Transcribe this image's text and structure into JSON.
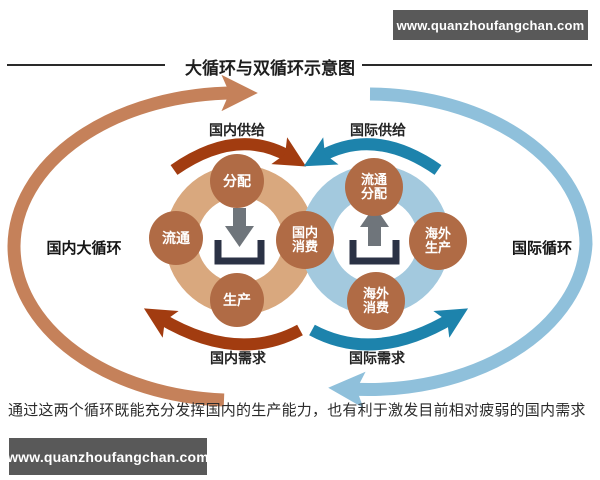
{
  "site": {
    "watermark_url": "www.quanzhoufangchan.com"
  },
  "title": "大循环与双循环示意图",
  "caption": "通过这两个循环既能充分发挥国内的生产能力，也有利于激发目前相对疲弱的国内需求",
  "diagram": {
    "left_loop_label": "国内大循环",
    "right_loop_label": "国际循环",
    "labels": {
      "domestic_supply": "国内供给",
      "international_supply": "国际供给",
      "domestic_demand": "国内需求",
      "international_demand": "国际需求"
    },
    "nodes": {
      "fenpei": "分配",
      "liutong": "流通",
      "shengchan": "生产",
      "guonei_xiaofei": {
        "line1": "国内",
        "line2": "消费"
      },
      "liutong_fenpei": {
        "line1": "流通",
        "line2": "分配"
      },
      "haiwai_shengchan": {
        "line1": "海外",
        "line2": "生产"
      },
      "haiwai_xiaofei": {
        "line1": "海外",
        "line2": "消费"
      }
    },
    "icons": {
      "left_center": "download-arrow-into-tray",
      "right_center": "upload-arrow-out-of-tray"
    }
  },
  "colors": {
    "domestic_outer_arc": "#C5815A",
    "domestic_inner_arrow": "#A23C10",
    "domestic_ring": "#D9A87E",
    "international_outer_arc": "#8FC0DB",
    "international_inner_arrow": "#1D83AC",
    "international_ring": "#A3C9DE",
    "node_brown": "#B06B45",
    "icon_arrow_gray": "#6F757B",
    "icon_tray_navy": "#2B3245",
    "watermark_bg": "#595959",
    "title_text": "#1E1E1E"
  }
}
